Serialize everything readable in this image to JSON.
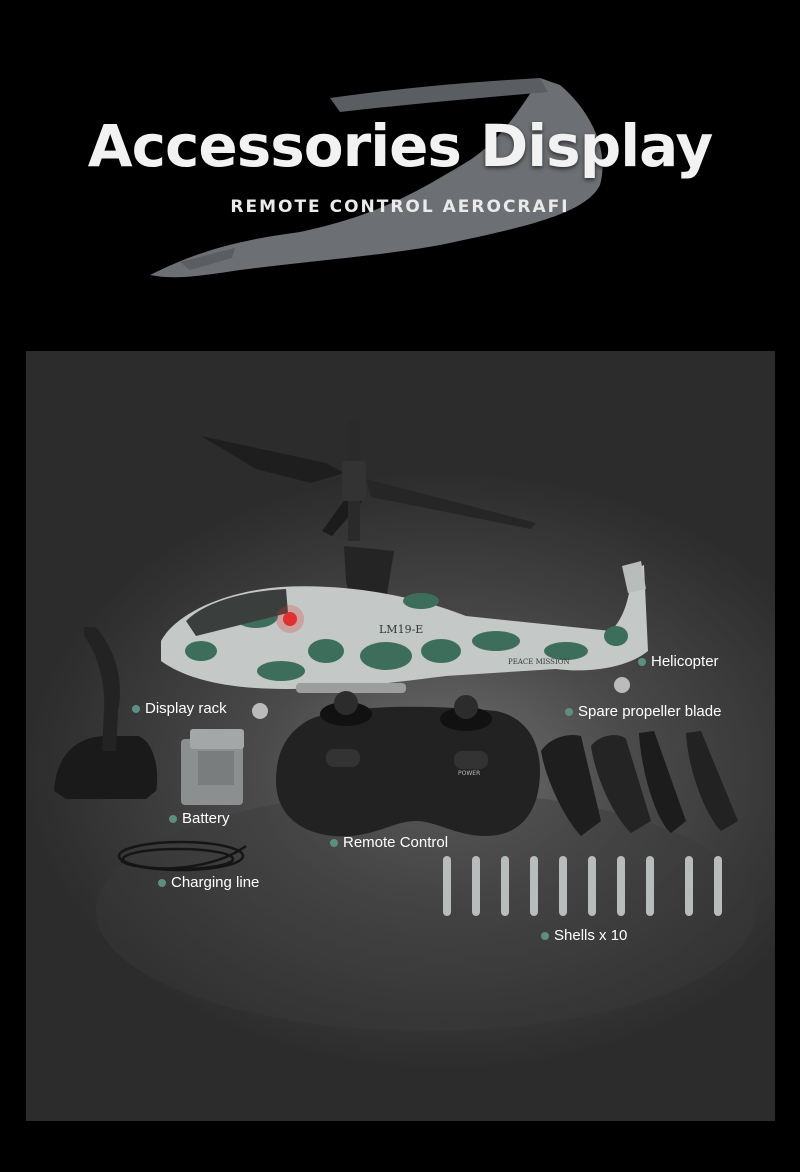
{
  "header": {
    "title": "Accessories Display",
    "subtitle": "REMOTE CONTROL AEROCRAFI"
  },
  "labels": {
    "helicopter": "Helicopter",
    "display_rack": "Display rack",
    "spare_blade": "Spare propeller blade",
    "battery": "Battery",
    "remote_control": "Remote Control",
    "charging_line": "Charging line",
    "shells": "Shells x 10"
  },
  "helicopter_markings": {
    "model": "LM19-E",
    "side_text": "PEACE MISSION"
  },
  "controller_markings": {
    "power": "POWER"
  },
  "colors": {
    "background": "#000000",
    "label_dot": "#5c8f82",
    "label_text": "#ffffff",
    "camo_light": "#c8ccca",
    "camo_green": "#3d6e5c",
    "light_red": "#e03030"
  }
}
